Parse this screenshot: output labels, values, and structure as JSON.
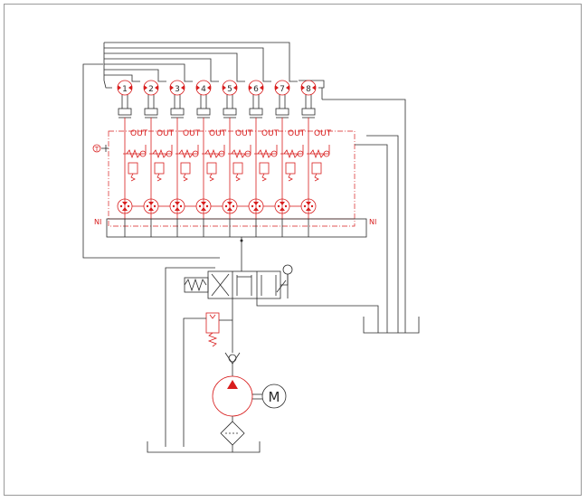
{
  "actuators": [
    {
      "label": "1"
    },
    {
      "label": "2"
    },
    {
      "label": "3"
    },
    {
      "label": "4"
    },
    {
      "label": "5"
    },
    {
      "label": "6"
    },
    {
      "label": "7"
    },
    {
      "label": "8"
    }
  ],
  "outlet_label": "OUT",
  "tank_port_label": "T",
  "inlet_label": "NI",
  "motor_label": "M",
  "colors": {
    "hydraulic": "#d81d1d",
    "lines": "#2a2a2a",
    "frame": "#9a9a9a"
  }
}
